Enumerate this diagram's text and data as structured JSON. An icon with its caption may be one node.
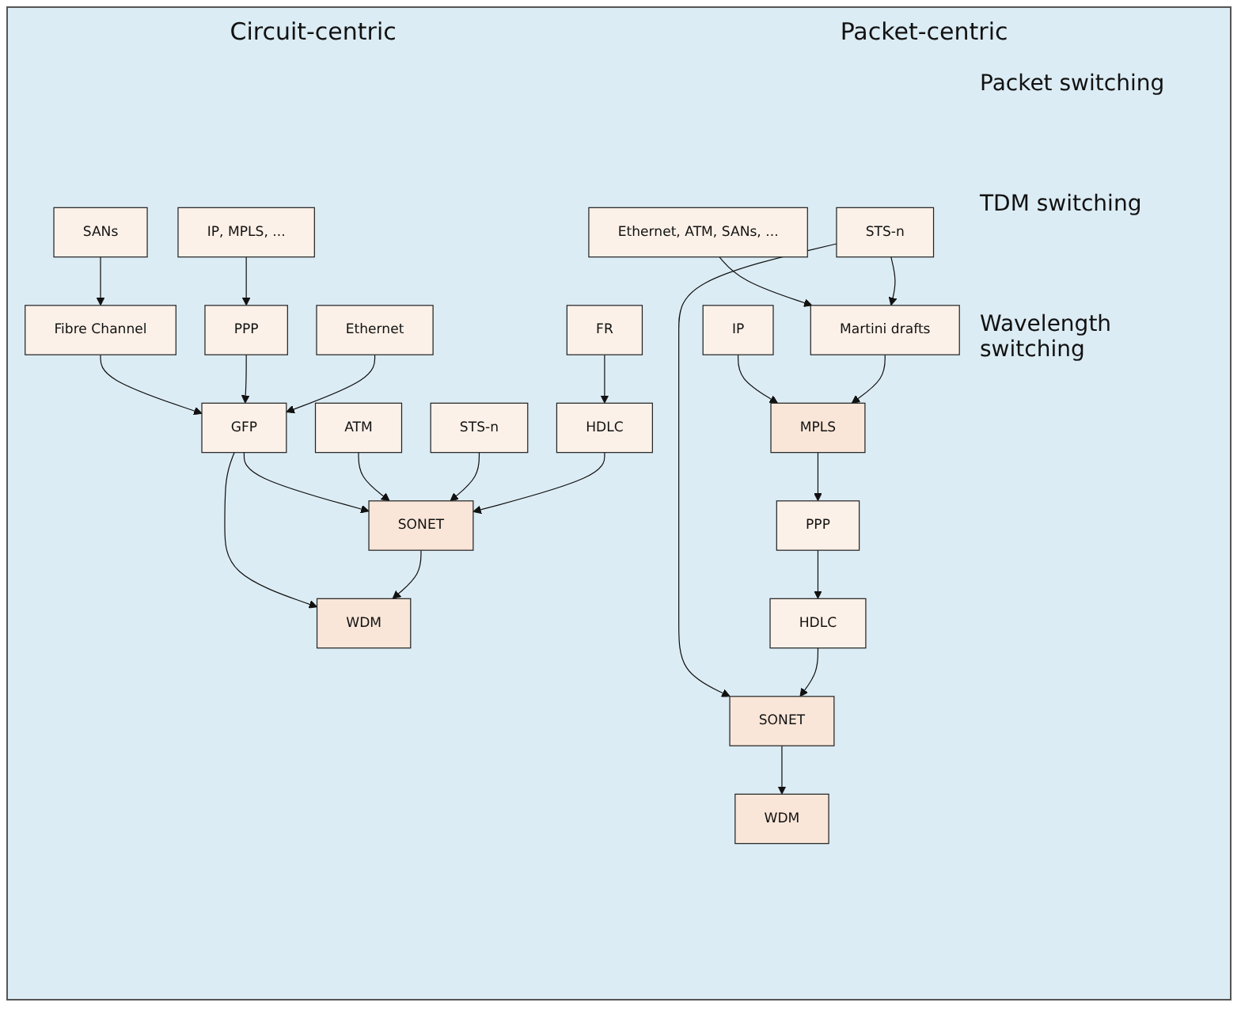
{
  "diagram": {
    "nodes": [
      {
        "text": [
          "SANs"
        ]
      },
      {
        "text": [
          "IP, MPLS, ..."
        ]
      },
      {
        "text": [
          "Fibre Channel"
        ]
      },
      {
        "text": [
          "Ethernet"
        ]
      },
      {
        "text": [
          "FR"
        ]
      },
      {
        "text": [
          "PPP"
        ]
      },
      {
        "text": [
          "ATM"
        ]
      },
      {
        "text": [
          "HDLC"
        ]
      },
      {
        "text": [
          "GFP"
        ]
      },
      {
        "text": [
          "STS-n"
        ]
      },
      {
        "text": [
          "SONET"
        ]
      },
      {
        "text": [
          "WDM"
        ]
      },
      {
        "text": [
          "IP"
        ]
      },
      {
        "text": [
          "Ethernet, ATM, SANs, ..."
        ]
      },
      {
        "text": [
          "STS-n"
        ]
      },
      {
        "text": [
          "Martini drafts"
        ]
      },
      {
        "text": [
          "MPLS"
        ]
      },
      {
        "text": [
          "PPP"
        ]
      },
      {
        "text": [
          "HDLC"
        ]
      },
      {
        "text": [
          "SONET"
        ]
      },
      {
        "text": [
          "WDM"
        ]
      }
    ],
    "edges": [
      {
        "from": 0,
        "to": 2,
        "arrow": "to"
      },
      {
        "from": 1,
        "to": 5,
        "arrow": "to"
      },
      {
        "from": 2,
        "to": 8,
        "arrow": "to"
      },
      {
        "from": 5,
        "to": 8,
        "arrow": "to"
      },
      {
        "from": 3,
        "to": 8,
        "arrow": "to"
      },
      {
        "from": 4,
        "to": 7,
        "arrow": "to"
      },
      {
        "from": 8,
        "to": 10,
        "arrow": "to"
      },
      {
        "from": 6,
        "to": 10,
        "arrow": "to"
      },
      {
        "from": 9,
        "to": 10,
        "arrow": "to"
      },
      {
        "from": 7,
        "to": 10,
        "arrow": "to"
      },
      {
        "from": 8,
        "to": 11,
        "arrow": "to"
      },
      {
        "from": 10,
        "to": 11,
        "arrow": "to"
      },
      {
        "from": 12,
        "to": 16,
        "arrow": "to"
      },
      {
        "from": 13,
        "to": 15,
        "arrow": "to"
      },
      {
        "from": 14,
        "to": 15,
        "arrow": "to"
      },
      {
        "from": 14,
        "to": 19,
        "arrow": "to"
      },
      {
        "from": 15,
        "to": 16,
        "arrow": "to"
      },
      {
        "from": 16,
        "to": 17,
        "arrow": "to"
      },
      {
        "from": 17,
        "to": 18,
        "arrow": "to"
      },
      {
        "from": 18,
        "to": 19,
        "arrow": "to"
      },
      {
        "from": 19,
        "to": 20,
        "arrow": "to"
      }
    ],
    "labels": [
      "Circuit-centric",
      "Packet-centric",
      "Packet switching",
      "TDM switching",
      "Wavelength switching"
    ]
  }
}
